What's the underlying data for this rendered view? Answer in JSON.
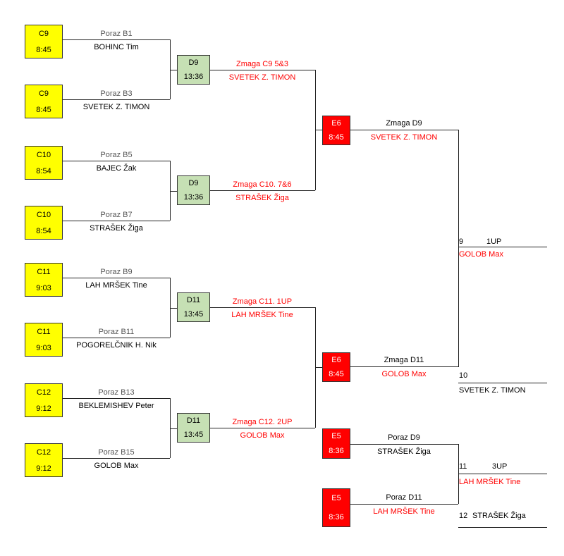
{
  "round1": [
    {
      "code": "C9",
      "time": "8:45",
      "source": "Poraz B1",
      "player": "BOHINC Tim"
    },
    {
      "code": "C9",
      "time": "8:45",
      "source": "Poraz B3",
      "player": "SVETEK Z. TIMON"
    },
    {
      "code": "C10",
      "time": "8:54",
      "source": "Poraz B5",
      "player": "BAJEC Žak"
    },
    {
      "code": "C10",
      "time": "8:54",
      "source": "Poraz B7",
      "player": "STRAŠEK Žiga"
    },
    {
      "code": "C11",
      "time": "9:03",
      "source": "Poraz B9",
      "player": "LAH MRŠEK Tine"
    },
    {
      "code": "C11",
      "time": "9:03",
      "source": "Poraz B11",
      "player": "POGORELČNIK H. Nik"
    },
    {
      "code": "C12",
      "time": "9:12",
      "source": "Poraz B13",
      "player": "BEKLEMISHEV Peter"
    },
    {
      "code": "C12",
      "time": "9:12",
      "source": "Poraz B15",
      "player": "GOLOB Max"
    }
  ],
  "round2": [
    {
      "code": "D9",
      "time": "13:36",
      "result": "Zmaga C9   5&3",
      "player": "SVETEK Z. TIMON"
    },
    {
      "code": "D9",
      "time": "13:36",
      "result": "Zmaga  C10.  7&6",
      "player": "STRAŠEK Žiga"
    },
    {
      "code": "D11",
      "time": "13:45",
      "result": "Zmaga C11.  1UP",
      "player": "LAH MRŠEK Tine"
    },
    {
      "code": "D11",
      "time": "13:45",
      "result": "Zmaga C12. 2UP",
      "player": "GOLOB Max"
    }
  ],
  "round3": [
    {
      "code": "E6",
      "time": "8:45",
      "source": "Zmaga D9",
      "player": "SVETEK Z. TIMON"
    },
    {
      "code": "E6",
      "time": "8:45",
      "source": "Zmaga D11",
      "player": "GOLOB Max"
    },
    {
      "code": "E5",
      "time": "8:36",
      "source": "Poraz D9",
      "player": "STRAŠEK Žiga"
    },
    {
      "code": "E5",
      "time": "8:36",
      "source": "Poraz D11",
      "player": "LAH MRŠEK Tine"
    }
  ],
  "placings": [
    {
      "place": "9",
      "score": "1UP",
      "player": "GOLOB Max"
    },
    {
      "place": "10",
      "player": "SVETEK Z. TIMON"
    },
    {
      "place": "11",
      "score": "3UP",
      "player": "LAH MRŠEK Tine"
    },
    {
      "place": "12",
      "player": "STRAŠEK Žiga"
    }
  ],
  "colors": {
    "round1": "#ffff00",
    "round2": "#c6e0b4",
    "round3": "#ff0000",
    "winner_text": "#ff0000"
  }
}
